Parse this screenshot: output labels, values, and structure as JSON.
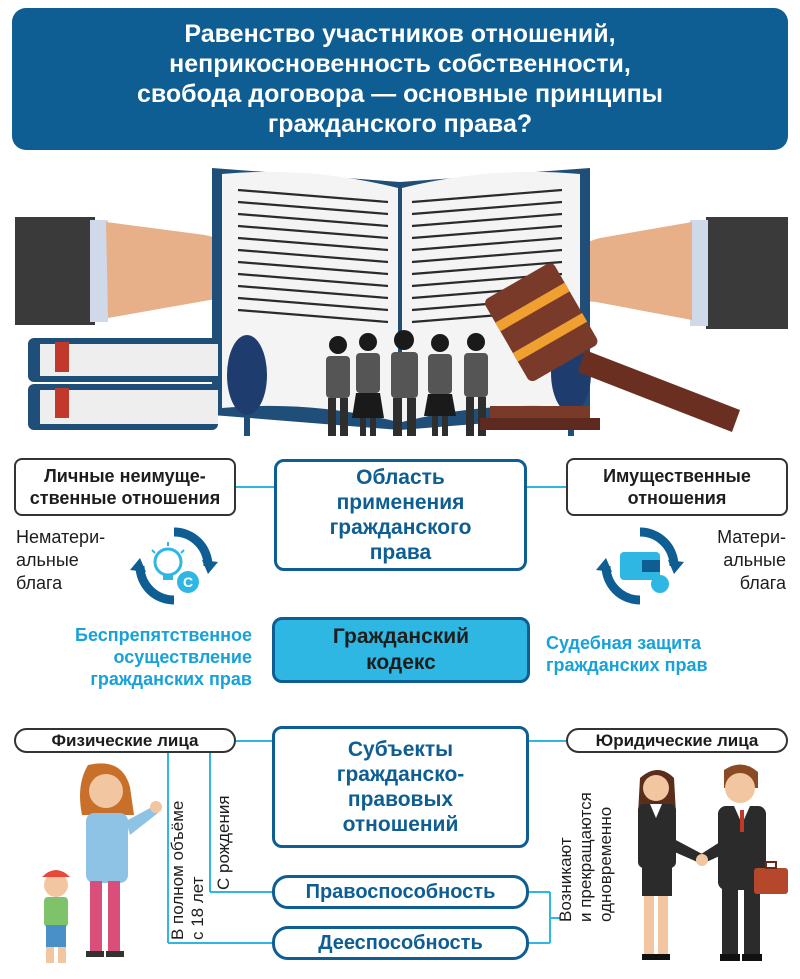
{
  "title": "Равенство участников отношений,\nнеприкосновенность собственности,\nсвобода договора — основные принципы\nгражданского права?",
  "scope": {
    "center": "Область\nприменения\nгражданского\nправа",
    "left_box": "Личные неимуще-\nственные отношения",
    "right_box": "Имущественные\nотношения",
    "left_caption": "Нематери-\nальные\nблага",
    "right_caption": "Матери-\nальные\nблага",
    "left_icon": "lightbulb-copyright-icon",
    "right_icon": "wallet-icon"
  },
  "code": {
    "center": "Гражданский\nкодекс",
    "left": "Беспрепятственное\nосуществление\nгражданских прав",
    "right": "Судебная защита\nгражданских прав"
  },
  "subjects": {
    "center": "Субъекты\nгражданско-\nправовых\nотношений",
    "left_box": "Физические лица",
    "right_box": "Юридические лица",
    "capacity1": "Правоспособность",
    "capacity2": "Дееспособность",
    "left_v1": "В полном объёме\nс 18 лет",
    "left_v2": "С рождения",
    "right_v": "Возникают\nи прекращаются\nодновременно"
  },
  "colors": {
    "navy": "#0e5d93",
    "cyan": "#2fb7e4",
    "cyan_text": "#17a2d9",
    "dark": "#1d1d1b"
  }
}
